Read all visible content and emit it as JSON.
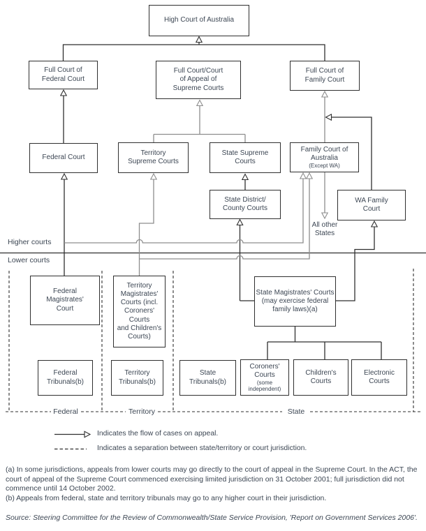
{
  "boxes": [
    {
      "id": "high-court",
      "label": "High Court of Australia"
    },
    {
      "id": "full-court-federal",
      "label": "Full Court of\nFederal Court"
    },
    {
      "id": "full-court-supreme",
      "label": "Full Court/Court\nof Appeal of\nSupreme Courts"
    },
    {
      "id": "full-court-family",
      "label": "Full Court of\nFamily Court"
    },
    {
      "id": "federal-court",
      "label": "Federal Court"
    },
    {
      "id": "territory-supreme-courts",
      "label": "Territory\nSupreme Courts"
    },
    {
      "id": "state-supreme-courts",
      "label": "State Supreme\nCourts"
    },
    {
      "id": "family-court-australia",
      "label": "Family Court of\nAustralia",
      "sub": "(Except WA)"
    },
    {
      "id": "state-district-county-courts",
      "label": "State District/\nCounty Courts"
    },
    {
      "id": "wa-family-court",
      "label": "WA Family\nCourt"
    },
    {
      "id": "federal-magistrates-court",
      "label": "Federal\nMagistrates'\nCourt"
    },
    {
      "id": "territory-magistrates-courts",
      "label": "Territory\nMagistrates'\nCourts (incl.\nCoroners' Courts\nand Children's\nCourts)"
    },
    {
      "id": "state-magistrates-courts",
      "label": "State Magistrates' Courts\n(may exercise federal\nfamily laws)(a)"
    },
    {
      "id": "federal-tribunals",
      "label": "Federal\nTribunals(b)"
    },
    {
      "id": "territory-tribunals",
      "label": "Territory\nTribunals(b)"
    },
    {
      "id": "state-tribunals",
      "label": "State\nTribunals(b)"
    },
    {
      "id": "coroners-courts",
      "label": "Coroners'\nCourts",
      "sub": "(some independent)"
    },
    {
      "id": "childrens-courts",
      "label": "Children's\nCourts"
    },
    {
      "id": "electronic-courts",
      "label": "Electronic\nCourts"
    }
  ],
  "zone_labels": {
    "higher": "Higher courts",
    "lower": "Lower courts"
  },
  "region_labels": {
    "federal": "Federal",
    "territory": "Territory",
    "state": "State"
  },
  "annotations": {
    "all_other_states": "All other\nStates"
  },
  "legend": {
    "arrow": "Indicates the flow of cases on appeal.",
    "dashed": "Indicates a separation between state/territory or court jurisdiction."
  },
  "footnotes": {
    "a": "(a) In some jurisdictions, appeals from lower courts may go directly to the court of appeal in the Supreme Court. In the ACT, the court of appeal of the Supreme Court commenced exercising limited jurisdiction on 31 October 2001; full jurisdiction did not commence until 14 October 2002.",
    "b": "(b) Appeals from federal, state and territory tribunals may go to any higher court in their jurisdiction."
  },
  "source_note": "Source: Steering Committee for the Review of Commonwealth/State Service Provision, 'Report on Government Services 2006'.",
  "colors": {
    "background": "#ffffff",
    "text": "#3c4653",
    "box_border": "#2f2f2f",
    "line_dark": "#2f2f2f",
    "line_gray": "#8d8d8d"
  }
}
